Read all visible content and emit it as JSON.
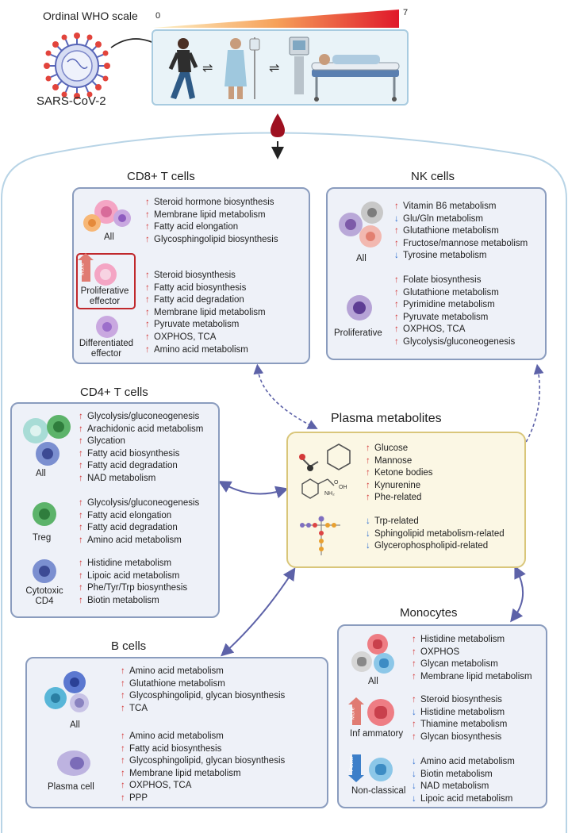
{
  "header": {
    "scale_label": "Ordinal WHO scale",
    "scale_min": "0",
    "scale_max": "7",
    "virus_label": "SARS-CoV-2"
  },
  "cd8": {
    "title": "CD8+ T cells",
    "groups": [
      {
        "label": "All",
        "items": [
          {
            "dir": "up",
            "text": "Steroid hormone biosynthesis"
          },
          {
            "dir": "up",
            "text": "Membrane lipid metabolism"
          },
          {
            "dir": "up",
            "text": "Fatty acid elongation"
          },
          {
            "dir": "up",
            "text": "Glycosphingolipid biosynthesis"
          }
        ]
      },
      {
        "label": "Proliferative\neffector",
        "badge": "More",
        "items": [
          {
            "dir": "up",
            "text": "Steroid biosynthesis"
          },
          {
            "dir": "up",
            "text": "Fatty acid biosynthesis"
          },
          {
            "dir": "up",
            "text": "Fatty acid degradation"
          },
          {
            "dir": "up",
            "text": "Membrane lipid metabolism"
          },
          {
            "dir": "up",
            "text": "Pyruvate metabolism"
          },
          {
            "dir": "up",
            "text": "OXPHOS, TCA"
          },
          {
            "dir": "up",
            "text": "Amino acid metabolism"
          }
        ]
      },
      {
        "label": "Differentiated\neffector",
        "items": []
      }
    ]
  },
  "nk": {
    "title": "NK cells",
    "groups": [
      {
        "label": "All",
        "items": [
          {
            "dir": "up",
            "text": "Vitamin B6 metabolism"
          },
          {
            "dir": "down",
            "text": "Glu/Gln metabolism"
          },
          {
            "dir": "up",
            "text": "Glutathione metabolism"
          },
          {
            "dir": "up",
            "text": "Fructose/mannose metabolism"
          },
          {
            "dir": "down",
            "text": "Tyrosine metabolism"
          }
        ]
      },
      {
        "label": "Proliferative",
        "items": [
          {
            "dir": "up",
            "text": "Folate biosynthesis"
          },
          {
            "dir": "up",
            "text": "Glutathione metabolism"
          },
          {
            "dir": "up",
            "text": "Pyrimidine metabolism"
          },
          {
            "dir": "up",
            "text": "Pyruvate metabolism"
          },
          {
            "dir": "up",
            "text": "OXPHOS, TCA"
          },
          {
            "dir": "up",
            "text": "Glycolysis/gluconeogenesis"
          }
        ]
      }
    ]
  },
  "cd4": {
    "title": "CD4+ T cells",
    "groups": [
      {
        "label": "All",
        "items": [
          {
            "dir": "up",
            "text": "Glycolysis/gluconeogenesis"
          },
          {
            "dir": "up",
            "text": "Arachidonic acid metabolism"
          },
          {
            "dir": "up",
            "text": "Glycation"
          },
          {
            "dir": "up",
            "text": "Fatty acid biosynthesis"
          },
          {
            "dir": "up",
            "text": "Fatty acid degradation"
          },
          {
            "dir": "up",
            "text": "NAD metabolism"
          }
        ]
      },
      {
        "label": "Treg",
        "items": [
          {
            "dir": "up",
            "text": "Glycolysis/gluconeogenesis"
          },
          {
            "dir": "up",
            "text": "Fatty acid elongation"
          },
          {
            "dir": "up",
            "text": "Fatty acid degradation"
          },
          {
            "dir": "up",
            "text": "Amino acid metabolism"
          }
        ]
      },
      {
        "label": "Cytotoxic\nCD4",
        "items": [
          {
            "dir": "up",
            "text": "Histidine metabolism"
          },
          {
            "dir": "up",
            "text": "Lipoic acid metabolism"
          },
          {
            "dir": "up",
            "text": "Phe/Tyr/Trp biosynthesis"
          },
          {
            "dir": "up",
            "text": "Biotin metabolism"
          }
        ]
      }
    ]
  },
  "plasma": {
    "title": "Plasma metabolites",
    "groups": [
      {
        "items": [
          {
            "dir": "up",
            "text": "Glucose"
          },
          {
            "dir": "up",
            "text": "Mannose"
          },
          {
            "dir": "up",
            "text": "Ketone bodies"
          },
          {
            "dir": "up",
            "text": "Kynurenine"
          },
          {
            "dir": "up",
            "text": "Phe-related"
          }
        ]
      },
      {
        "items": [
          {
            "dir": "down",
            "text": "Trp-related"
          },
          {
            "dir": "down",
            "text": "Sphingolipid metabolism-related"
          },
          {
            "dir": "down",
            "text": "Glycerophospholipid-related"
          }
        ]
      }
    ]
  },
  "bcells": {
    "title": "B cells",
    "groups": [
      {
        "label": "All",
        "items": [
          {
            "dir": "up",
            "text": "Amino acid metabolism"
          },
          {
            "dir": "up",
            "text": "Glutathione metabolism"
          },
          {
            "dir": "up",
            "text": "Glycosphingolipid, glycan biosynthesis"
          },
          {
            "dir": "up",
            "text": "TCA"
          }
        ]
      },
      {
        "label": "Plasma cell",
        "items": [
          {
            "dir": "up",
            "text": "Amino acid metabolism"
          },
          {
            "dir": "up",
            "text": "Fatty acid biosynthesis"
          },
          {
            "dir": "up",
            "text": "Glycosphingolipid, glycan biosynthesis"
          },
          {
            "dir": "up",
            "text": "Membrane lipid metabolism"
          },
          {
            "dir": "up",
            "text": "OXPHOS, TCA"
          },
          {
            "dir": "up",
            "text": "PPP"
          }
        ]
      }
    ]
  },
  "mono": {
    "title": "Monocytes",
    "groups": [
      {
        "label": "All",
        "items": [
          {
            "dir": "up",
            "text": "Histidine metabolism"
          },
          {
            "dir": "up",
            "text": "OXPHOS"
          },
          {
            "dir": "up",
            "text": "Glycan metabolism"
          },
          {
            "dir": "up",
            "text": "Membrane lipid metabolism"
          }
        ]
      },
      {
        "label": "Inf ammatory",
        "badge": "More",
        "items": [
          {
            "dir": "up",
            "text": "Steroid biosynthesis"
          },
          {
            "dir": "down",
            "text": "Histidine metabolism"
          },
          {
            "dir": "up",
            "text": "Thiamine metabolism"
          },
          {
            "dir": "up",
            "text": "Glycan biosynthesis"
          }
        ]
      },
      {
        "label": "Non-classical",
        "badge": "Fewer",
        "items": [
          {
            "dir": "down",
            "text": "Amino acid metabolism"
          },
          {
            "dir": "down",
            "text": "Biotin metabolism"
          },
          {
            "dir": "down",
            "text": "NAD metabolism"
          },
          {
            "dir": "down",
            "text": "Lipoic acid metabolism"
          }
        ]
      }
    ]
  },
  "colors": {
    "up_arrow": "#d43a3a",
    "down_arrow": "#2f6fd0",
    "panel_fill": "#eef1f8",
    "panel_border": "#8a9cbe",
    "plasma_fill": "#fbf7e4",
    "plasma_border": "#d9c67a",
    "scale_low": "#fbe6b0",
    "scale_high": "#e02020",
    "blood_drop": "#9e1020",
    "connector": "#5d62a8"
  }
}
